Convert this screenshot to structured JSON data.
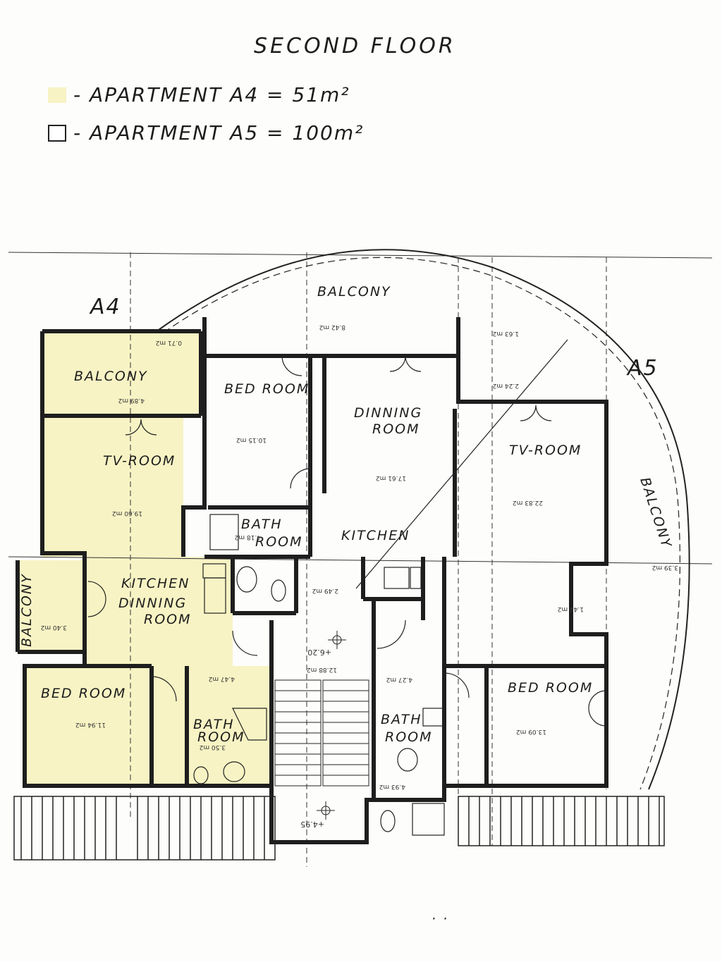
{
  "header": {
    "title": "SECOND FLOOR",
    "legend": [
      {
        "label": "- APARTMENT A4 = 51m²",
        "color": "#f7f3c4"
      },
      {
        "label": "- APARTMENT A5 = 100m²",
        "color": "#ffffff"
      }
    ]
  },
  "plan": {
    "apartment_labels": {
      "a4": "A4",
      "a5": "A5"
    },
    "rooms": {
      "balcony_top": "BALCONY",
      "balcony_a4": "BALCONY",
      "bedroom_top": "BED ROOM",
      "dinning_line1": "DINNING",
      "dinning_line2": "ROOM",
      "tv_room_a5": "TV-ROOM",
      "tv_room_a4": "TV-ROOM",
      "bath_top_line1": "BATH",
      "bath_top_line2": "ROOM",
      "kitchen_a5": "KITCHEN",
      "kitchen_a4_line1": "KITCHEN",
      "kitchen_a4_line2": "DINNING",
      "kitchen_a4_line3": "ROOM",
      "balcony_left": "BALCONY",
      "bedroom_a4": "BED ROOM",
      "bath_a4_line1": "BATH",
      "bath_a4_line2": "ROOM",
      "bath_center_line1": "BATH",
      "bath_center_line2": "ROOM",
      "bedroom_a5": "BED ROOM",
      "balcony_arc": "BALCONY"
    },
    "areas": {
      "loda_top": "8.42 m2",
      "terasa_top_left": "0.71 m2",
      "loda_a4": "4.89 m2",
      "bedroom_top": "10.15 m2",
      "kitchen_dinning": "17.61 m2",
      "terasa_right_top": "1.63 m2",
      "terasa_right": "2.24 m2",
      "tv_a5": "22.83 m2",
      "tv_a4": "19.60 m2",
      "bath_top": "4.18 m2",
      "hodnik_center": "2.49 m2",
      "terasa_arc": "3.39 m2",
      "loda_right": "1.44 m2",
      "loda_left": "3.40 m2",
      "stairs": "12.88 m2",
      "hodnik_a4": "4.47 m2",
      "hodnik_a5": "4.27 m2",
      "bedroom_a4": "11.94 m2",
      "bath_a4": "3.50 m2",
      "bedroom_a5": "13.09 m2",
      "bath_a5": "4.93 m2"
    },
    "levels": {
      "upper": "+6.20",
      "lower": "+4.95"
    }
  },
  "footer": {
    "marks": "· ·"
  },
  "colors": {
    "a4_fill": "#f7f3c4",
    "line": "#1e1e1e"
  }
}
